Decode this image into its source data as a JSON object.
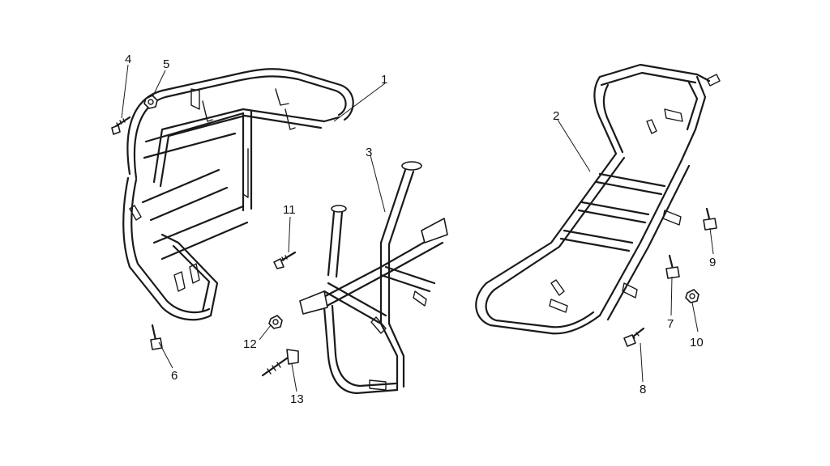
{
  "callouts": [
    {
      "id": "c1",
      "text": "1"
    },
    {
      "id": "c2",
      "text": "2"
    },
    {
      "id": "c3",
      "text": "3"
    },
    {
      "id": "c4",
      "text": "4"
    },
    {
      "id": "c5",
      "text": "5"
    },
    {
      "id": "c6",
      "text": "6"
    },
    {
      "id": "c7",
      "text": "7"
    },
    {
      "id": "c8",
      "text": "8"
    },
    {
      "id": "c9",
      "text": "9"
    },
    {
      "id": "c10",
      "text": "10"
    },
    {
      "id": "c11",
      "text": "11"
    },
    {
      "id": "c12",
      "text": "12"
    },
    {
      "id": "c13",
      "text": "13"
    }
  ],
  "colors": {
    "line": "#1a1a1a",
    "background": "#ffffff"
  }
}
